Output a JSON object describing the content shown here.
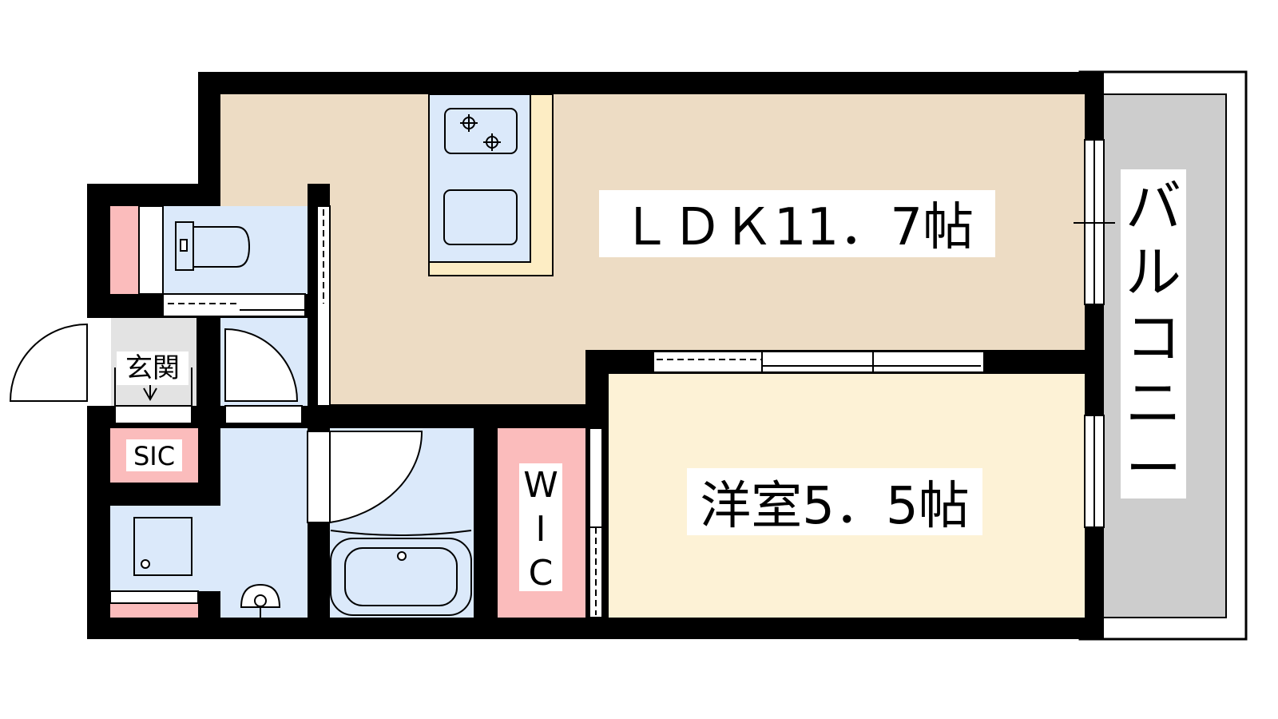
{
  "rooms": {
    "ldk": {
      "label": "ＬＤＫ11．7帖"
    },
    "western": {
      "label": "洋室5．5帖"
    },
    "balcony": {
      "label": "バルコニー",
      "chars": [
        "バ",
        "ル",
        "コ",
        "ニ",
        "ー"
      ]
    },
    "entrance": {
      "label": "玄関"
    },
    "shoe_closet": {
      "label": "SIC"
    },
    "walk_in_closet": {
      "label": "WIC",
      "chars": [
        "W",
        "I",
        "C"
      ]
    }
  },
  "colors": {
    "wall": "#000000",
    "ldk_floor": "#eddcc4",
    "western_floor": "#fdf2d6",
    "wet_area": "#dbe9fa",
    "storage": "#fbbcbc",
    "balcony": "#cdcdcd",
    "kitchen_strip": "#fdedc4"
  }
}
